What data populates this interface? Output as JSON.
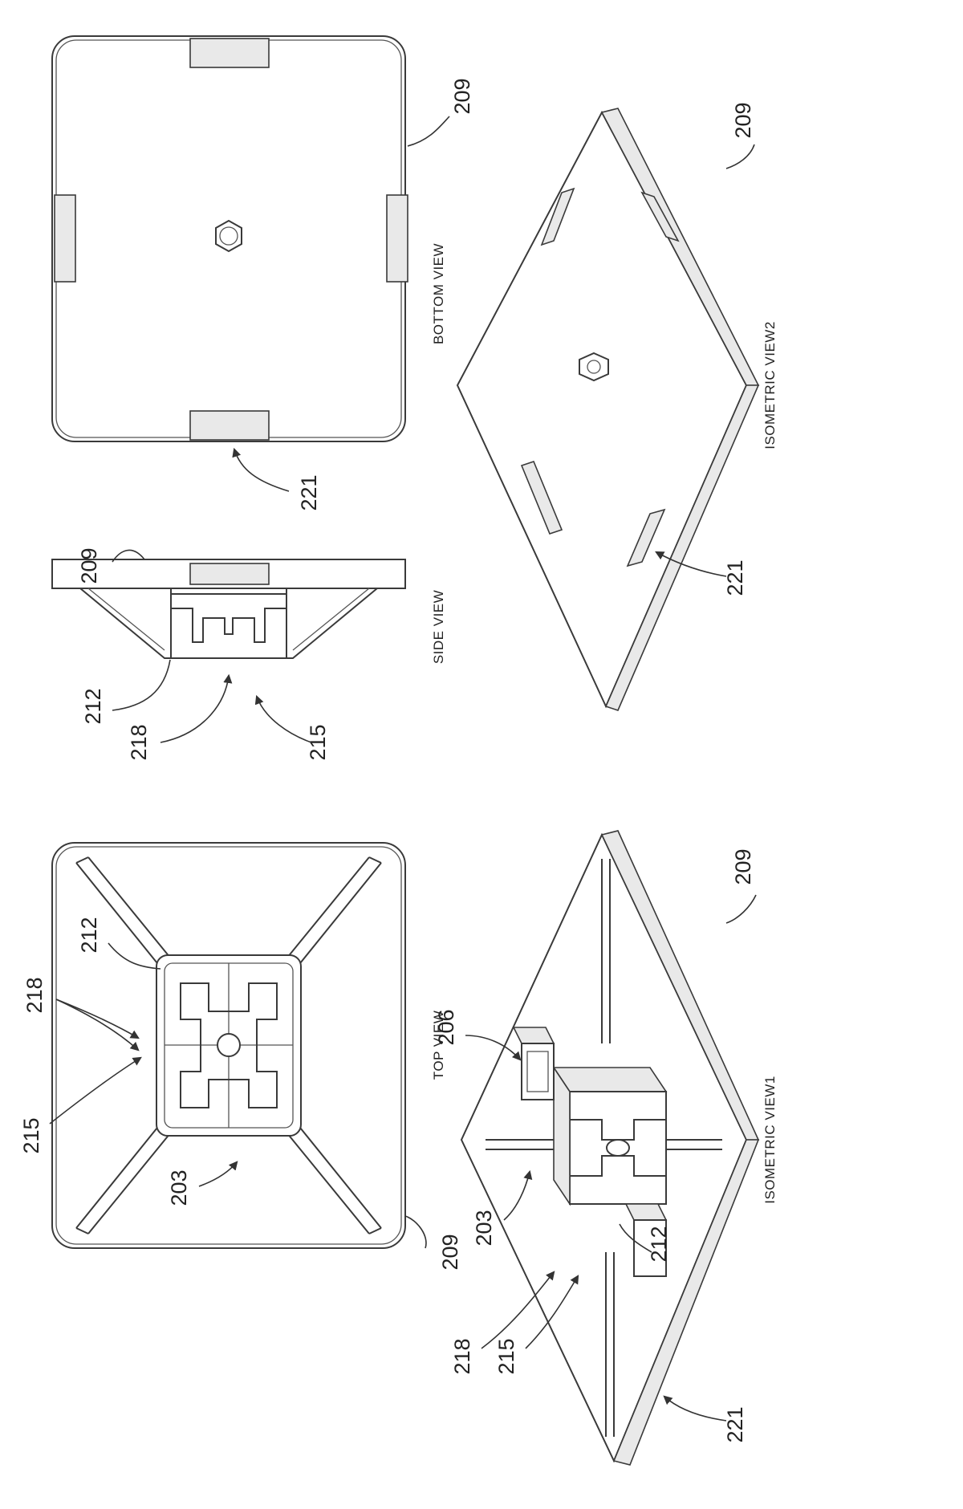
{
  "sheet": {
    "views": {
      "bottom": {
        "caption": "BOTTOM VIEW"
      },
      "side": {
        "caption": "SIDE VIEW"
      },
      "top": {
        "caption": "TOP VIEW"
      },
      "iso2": {
        "caption": "ISOMETRIC VIEW2"
      },
      "iso1": {
        "caption": "ISOMETRIC VIEW1"
      }
    },
    "refs": {
      "r209": "209",
      "r221": "221",
      "r212": "212",
      "r218": "218",
      "r215": "215",
      "r206": "206",
      "r203": "203"
    }
  }
}
